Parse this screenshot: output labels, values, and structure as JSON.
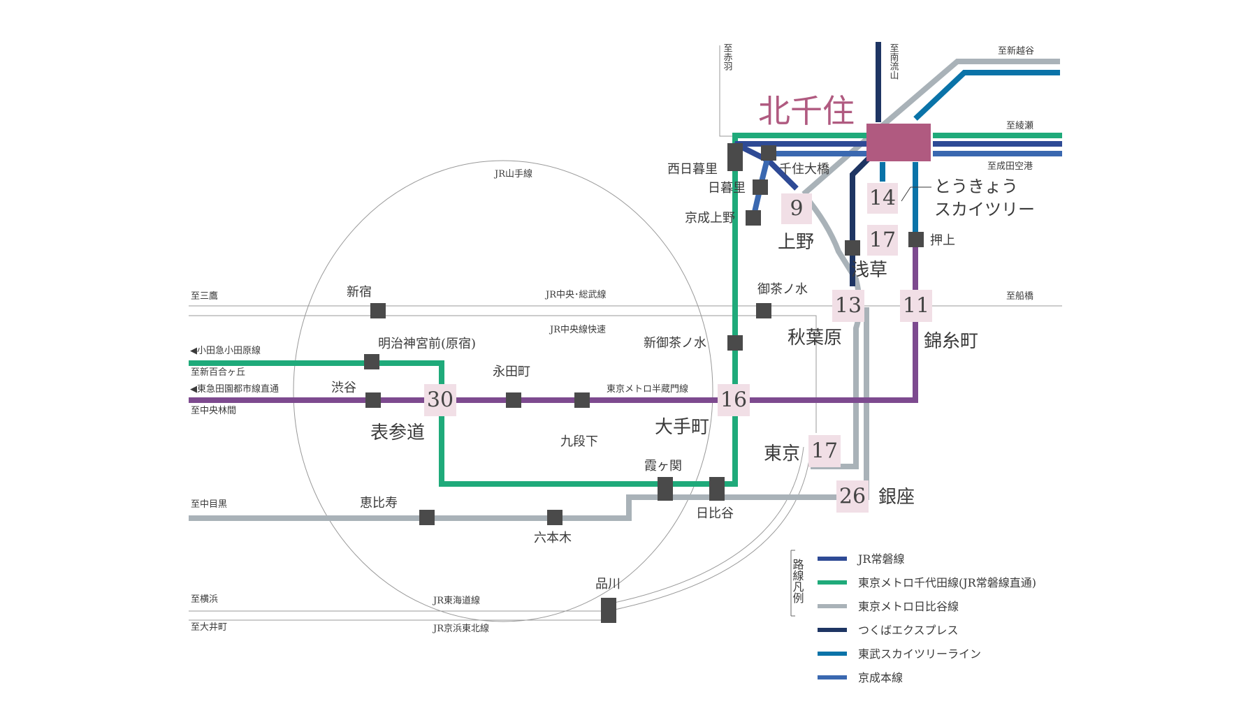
{
  "origin": {
    "name": "北千住",
    "color": "#b05a80"
  },
  "lines": {
    "jr_joban": {
      "label": "JR常磐線",
      "color": "#2e4a95"
    },
    "chiyoda": {
      "label": "東京メトロ千代田線(JR常磐線直通)",
      "color": "#1faa7a"
    },
    "hibiya": {
      "label": "東京メトロ日比谷線",
      "color": "#a9b2b8"
    },
    "tsukuba": {
      "label": "つくばエクスプレス",
      "color": "#1e3563"
    },
    "tobu": {
      "label": "東武スカイツリーライン",
      "color": "#0a73a8"
    },
    "keisei": {
      "label": "京成本線",
      "color": "#3a68b0"
    },
    "hanzomon": {
      "label": "東京メトロ半蔵門線",
      "color": "#7d4a8f"
    }
  },
  "legend": {
    "title": "路線凡例",
    "items": [
      "JR常磐線",
      "東京メトロ千代田線(JR常磐線直通)",
      "東京メトロ日比谷線",
      "つくばエクスプレス",
      "東武スカイツリーライン",
      "京成本線"
    ]
  },
  "directions": {
    "akabane": "至赤羽",
    "nagareyama": "至南流山",
    "shinkoshigaya": "至新越谷",
    "ayase": "至綾瀬",
    "narita": "至成田空港",
    "mitaka": "至三鷹",
    "funabashi": "至船橋",
    "odakyu": "◀小田急小田原線",
    "shinyurigaoka": "至新百合ヶ丘",
    "tokyu": "◀東急田園都市線直通",
    "chuorinkan": "至中央林間",
    "nakameguro": "至中目黒",
    "yokohama": "至横浜",
    "oimachi": "至大井町"
  },
  "line_names": {
    "yamanote": "JR山手線",
    "chuo_sobu": "JR中央･総武線",
    "chuo_rapid": "JR中央線快速",
    "hanzomon": "東京メトロ半蔵門線",
    "tokaido": "JR東海道線",
    "keihin": "JR京浜東北線"
  },
  "stations": {
    "nishinippori": "西日暮里",
    "senjuohashi": "千住大橋",
    "nippori": "日暮里",
    "keiseiueno": "京成上野",
    "ueno": "上野",
    "skytree_1": "とうきょう",
    "skytree_2": "スカイツリー",
    "oshiage": "押上",
    "asakusa": "浅草",
    "shinjuku": "新宿",
    "ochanomizu": "御茶ノ水",
    "akihabara": "秋葉原",
    "kinshicho": "錦糸町",
    "meijijingumae": "明治神宮前(原宿)",
    "shinochanomizu": "新御茶ノ水",
    "nagatacho": "永田町",
    "shibuya": "渋谷",
    "omotesando": "表参道",
    "kudanshita": "九段下",
    "otemachi": "大手町",
    "tokyo": "東京",
    "kasumigaseki": "霞ヶ関",
    "ginza": "銀座",
    "ebisu": "恵比寿",
    "hibiya": "日比谷",
    "roppongi": "六本木",
    "shinagawa": "品川"
  },
  "times": {
    "ueno": "9",
    "skytree": "14",
    "asakusa": "17",
    "akihabara": "13",
    "kinshicho": "11",
    "omotesando": "30",
    "otemachi": "16",
    "tokyo": "17",
    "ginza": "26"
  },
  "colors": {
    "station_box": "#4a4a4a",
    "time_box": "#f1dfe6",
    "thin_line": "#9a9a9a"
  }
}
